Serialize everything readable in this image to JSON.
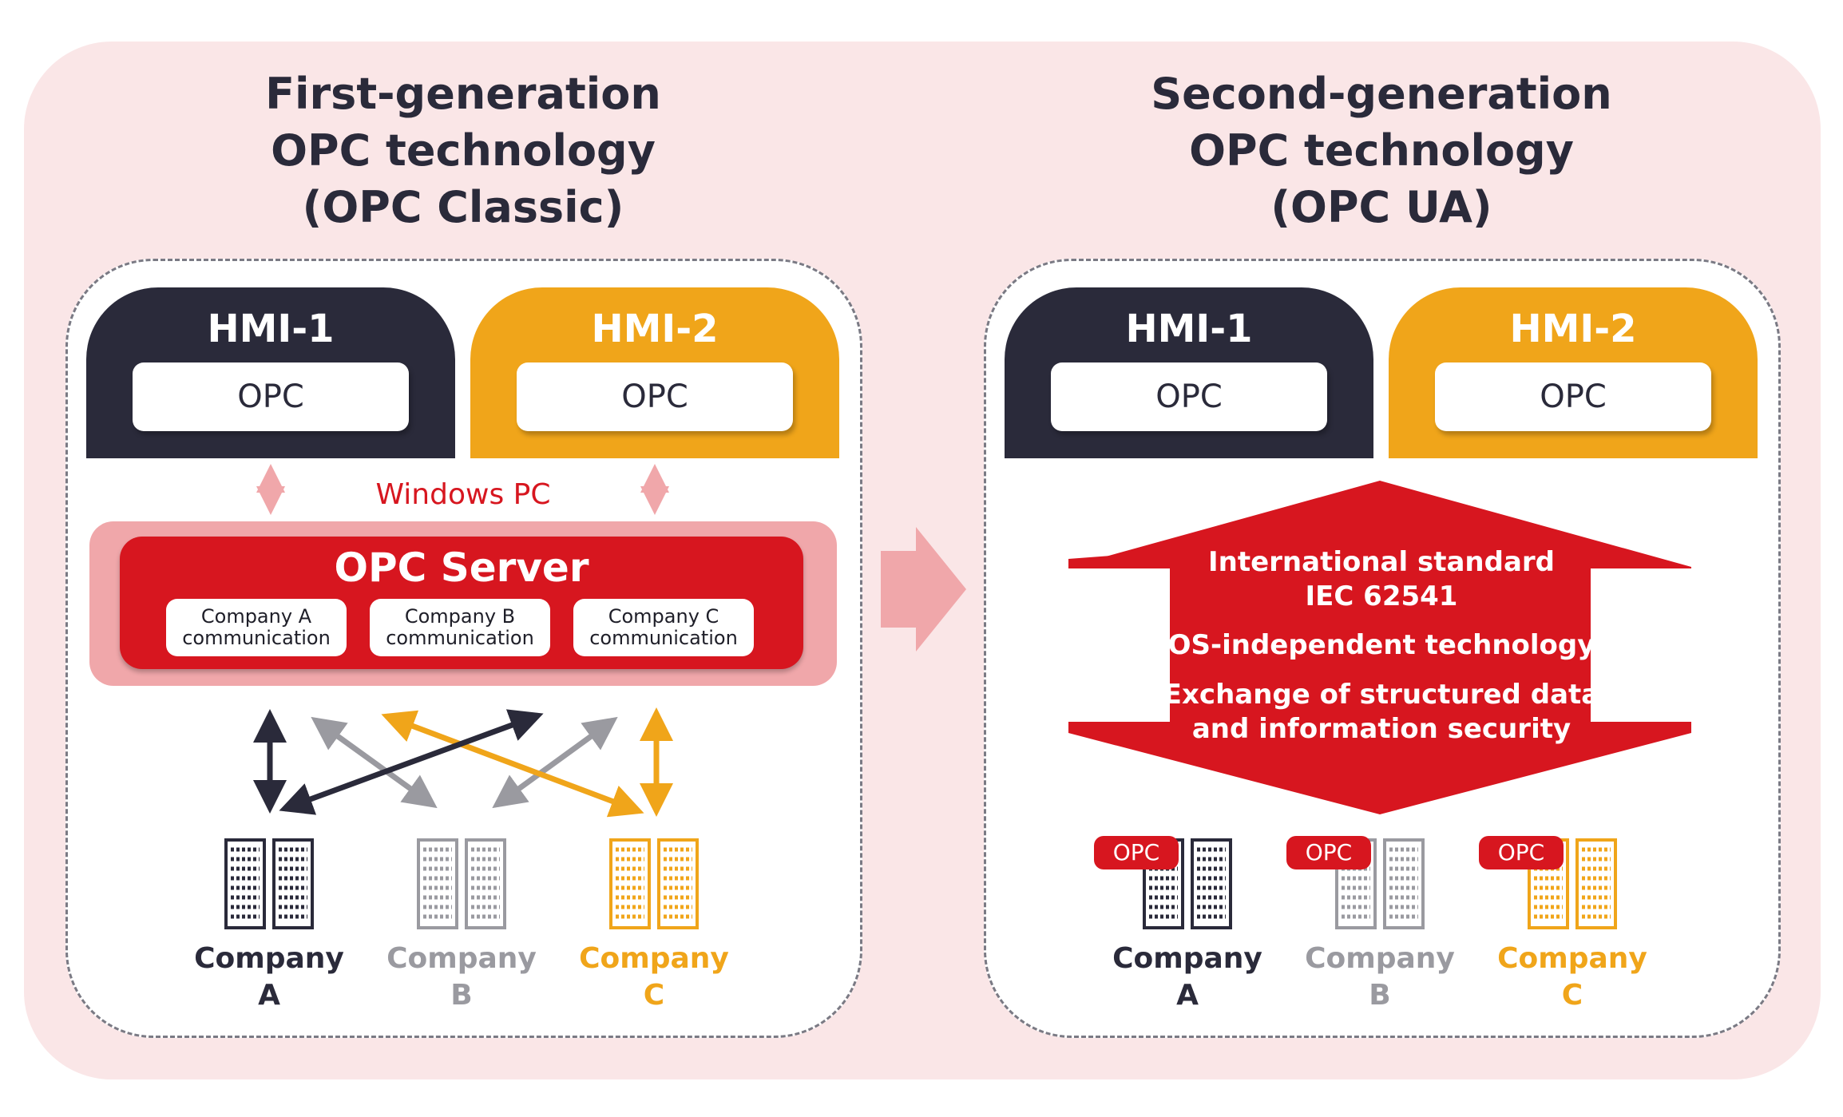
{
  "left": {
    "title": [
      "First-generation",
      "OPC technology",
      "(OPC Classic)"
    ],
    "hmi1": {
      "label": "HMI-1",
      "opc": "OPC"
    },
    "hmi2": {
      "label": "HMI-2",
      "opc": "OPC"
    },
    "windows_pc": "Windows PC",
    "server": {
      "title": "OPC Server",
      "comms": [
        [
          "Company A",
          "communication"
        ],
        [
          "Company B",
          "communication"
        ],
        [
          "Company C",
          "communication"
        ]
      ]
    },
    "companies": [
      {
        "name": "Company",
        "letter": "A",
        "color": "#2a2a3a"
      },
      {
        "name": "Company",
        "letter": "B",
        "color": "#9a9aa0"
      },
      {
        "name": "Company",
        "letter": "C",
        "color": "#f0a51a"
      }
    ]
  },
  "right": {
    "title": [
      "Second-generation",
      "OPC technology",
      "(OPC UA)"
    ],
    "hmi1": {
      "label": "HMI-1",
      "opc": "OPC"
    },
    "hmi2": {
      "label": "HMI-2",
      "opc": "OPC"
    },
    "banner": {
      "line1": "International standard",
      "line2": "IEC 62541",
      "line3": "OS-independent technology",
      "line4": "Exchange of structured data",
      "line5": "and information security"
    },
    "opc_tag": "OPC",
    "companies": [
      {
        "name": "Company",
        "letter": "A",
        "color": "#2a2a3a"
      },
      {
        "name": "Company",
        "letter": "B",
        "color": "#9a9aa0"
      },
      {
        "name": "Company",
        "letter": "C",
        "color": "#f0a51a"
      }
    ]
  },
  "colors": {
    "dark": "#2a2a3a",
    "orange": "#f0a51a",
    "red": "#d7161f",
    "grey": "#9a9aa0",
    "pink": "#f0a7aa",
    "background": "#fae6e7"
  }
}
